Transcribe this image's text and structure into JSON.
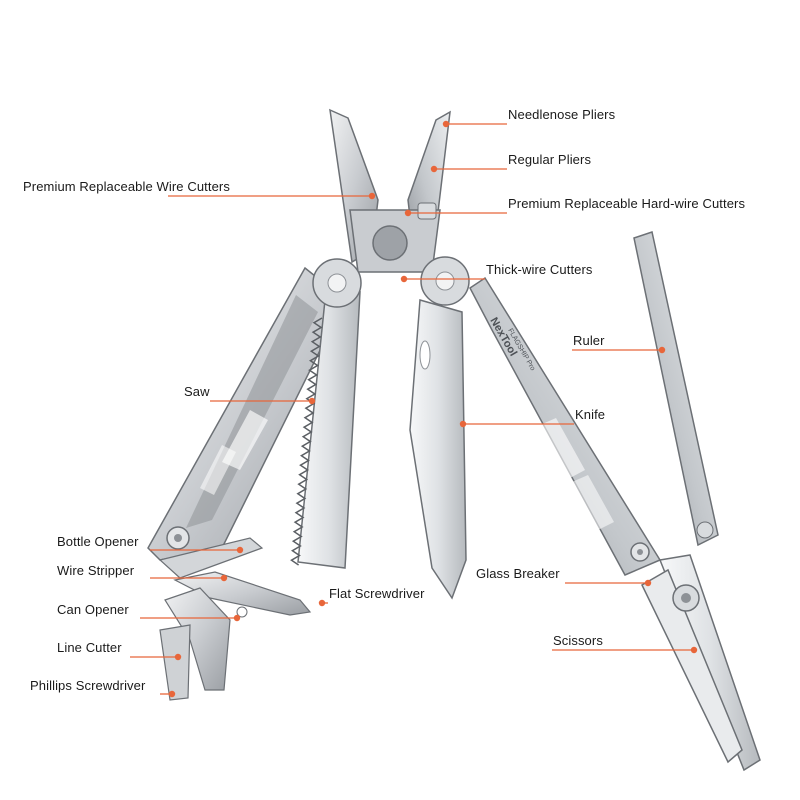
{
  "image": {
    "brand_text": "NexTool",
    "model_text": "FLAGSHIP Pro"
  },
  "colors": {
    "leader": "#e8663a",
    "steel_light": "#e4e6e8",
    "steel_mid": "#bfc3c7",
    "steel_dark": "#8d9196",
    "outline": "#6c7075"
  },
  "callouts": [
    {
      "id": "needlenose-pliers",
      "label": "Needlenose Pliers"
    },
    {
      "id": "regular-pliers",
      "label": "Regular Pliers"
    },
    {
      "id": "premium-replaceable-wire-cutters",
      "label": "Premium Replaceable Wire Cutters"
    },
    {
      "id": "premium-replaceable-hard-wire-cutters",
      "label": "Premium Replaceable Hard-wire Cutters"
    },
    {
      "id": "thick-wire-cutters",
      "label": "Thick-wire Cutters"
    },
    {
      "id": "ruler",
      "label": "Ruler"
    },
    {
      "id": "saw",
      "label": "Saw"
    },
    {
      "id": "knife",
      "label": "Knife"
    },
    {
      "id": "bottle-opener",
      "label": "Bottle Opener"
    },
    {
      "id": "wire-stripper",
      "label": "Wire Stripper"
    },
    {
      "id": "glass-breaker",
      "label": "Glass Breaker"
    },
    {
      "id": "flat-screwdriver",
      "label": "Flat Screwdriver"
    },
    {
      "id": "can-opener",
      "label": "Can Opener"
    },
    {
      "id": "scissors",
      "label": "Scissors"
    },
    {
      "id": "line-cutter",
      "label": "Line Cutter"
    },
    {
      "id": "phillips-screwdriver",
      "label": "Phillips Screwdriver"
    }
  ]
}
